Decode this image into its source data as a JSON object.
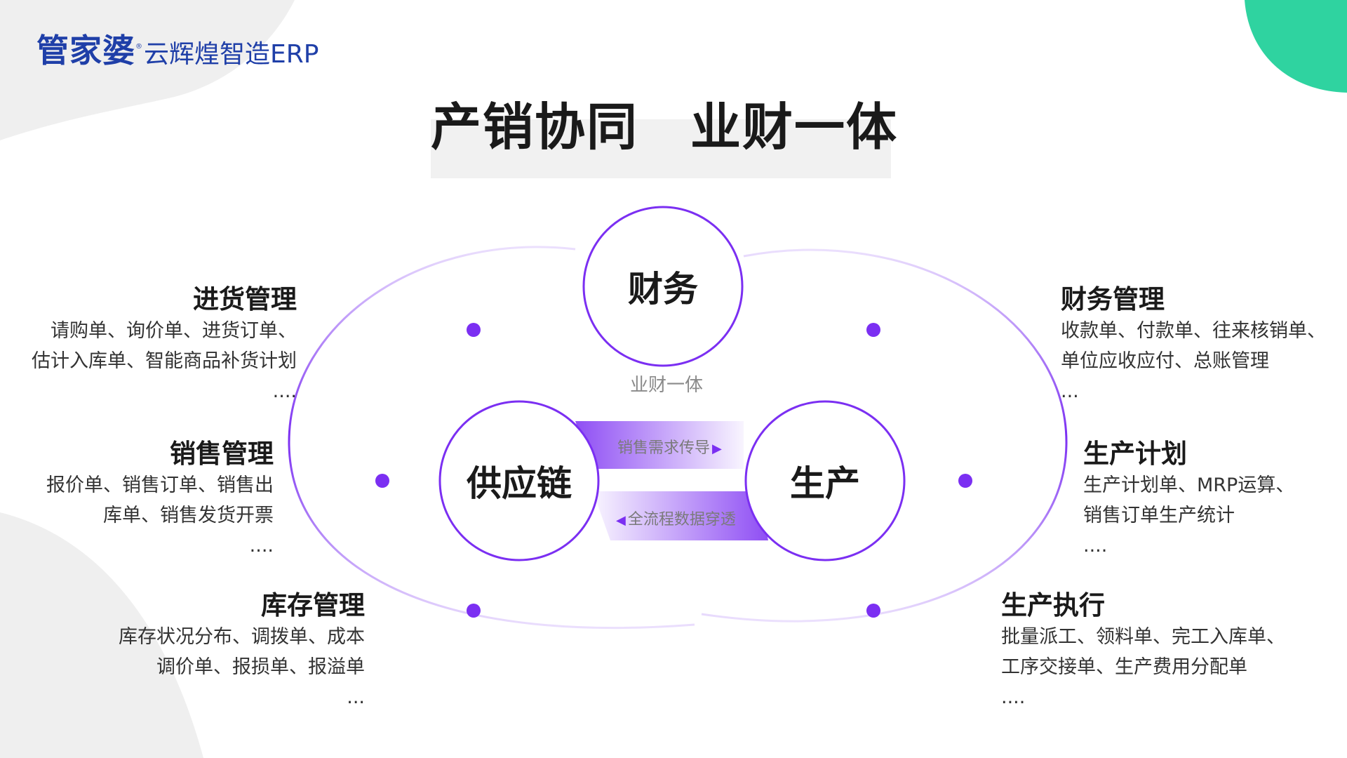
{
  "brand": {
    "name": "管家婆",
    "reg": "®",
    "product": "云辉煌智造ERP"
  },
  "title": "产销协同　业财一体",
  "diagram": {
    "nodes": {
      "finance": "财务",
      "supply": "供应链",
      "production": "生产"
    },
    "center_caption": "业财一体",
    "flow_top": "销售需求传导",
    "flow_bottom": "全流程数据穿透",
    "flow_arrow_right": "▶",
    "flow_arrow_left": "◀"
  },
  "left_blocks": [
    {
      "heading": "进货管理",
      "lines": [
        "请购单、询价单、进货订单、",
        "估计入库单、智能商品补货计划"
      ],
      "more": "...."
    },
    {
      "heading": "销售管理",
      "lines": [
        "报价单、销售订单、销售出",
        "库单、销售发货开票"
      ],
      "more": "...."
    },
    {
      "heading": "库存管理",
      "lines": [
        "库存状况分布、调拨单、成本",
        "调价单、报损单、报溢单"
      ],
      "more": "..."
    }
  ],
  "right_blocks": [
    {
      "heading": "财务管理",
      "lines": [
        "收款单、付款单、往来核销单、",
        "单位应收应付、总账管理"
      ],
      "more": "..."
    },
    {
      "heading": "生产计划",
      "lines": [
        "生产计划单、MRP运算、",
        "销售订单生产统计"
      ],
      "more": "...."
    },
    {
      "heading": "生产执行",
      "lines": [
        "批量派工、领料单、完工入库单、",
        "工序交接单、生产费用分配单"
      ],
      "more": "...."
    }
  ],
  "colors": {
    "purple": "#7b2ff2",
    "green": "#2fd3a0",
    "brand_blue": "#1f3fa8",
    "title_band": "#f1f1f1"
  }
}
